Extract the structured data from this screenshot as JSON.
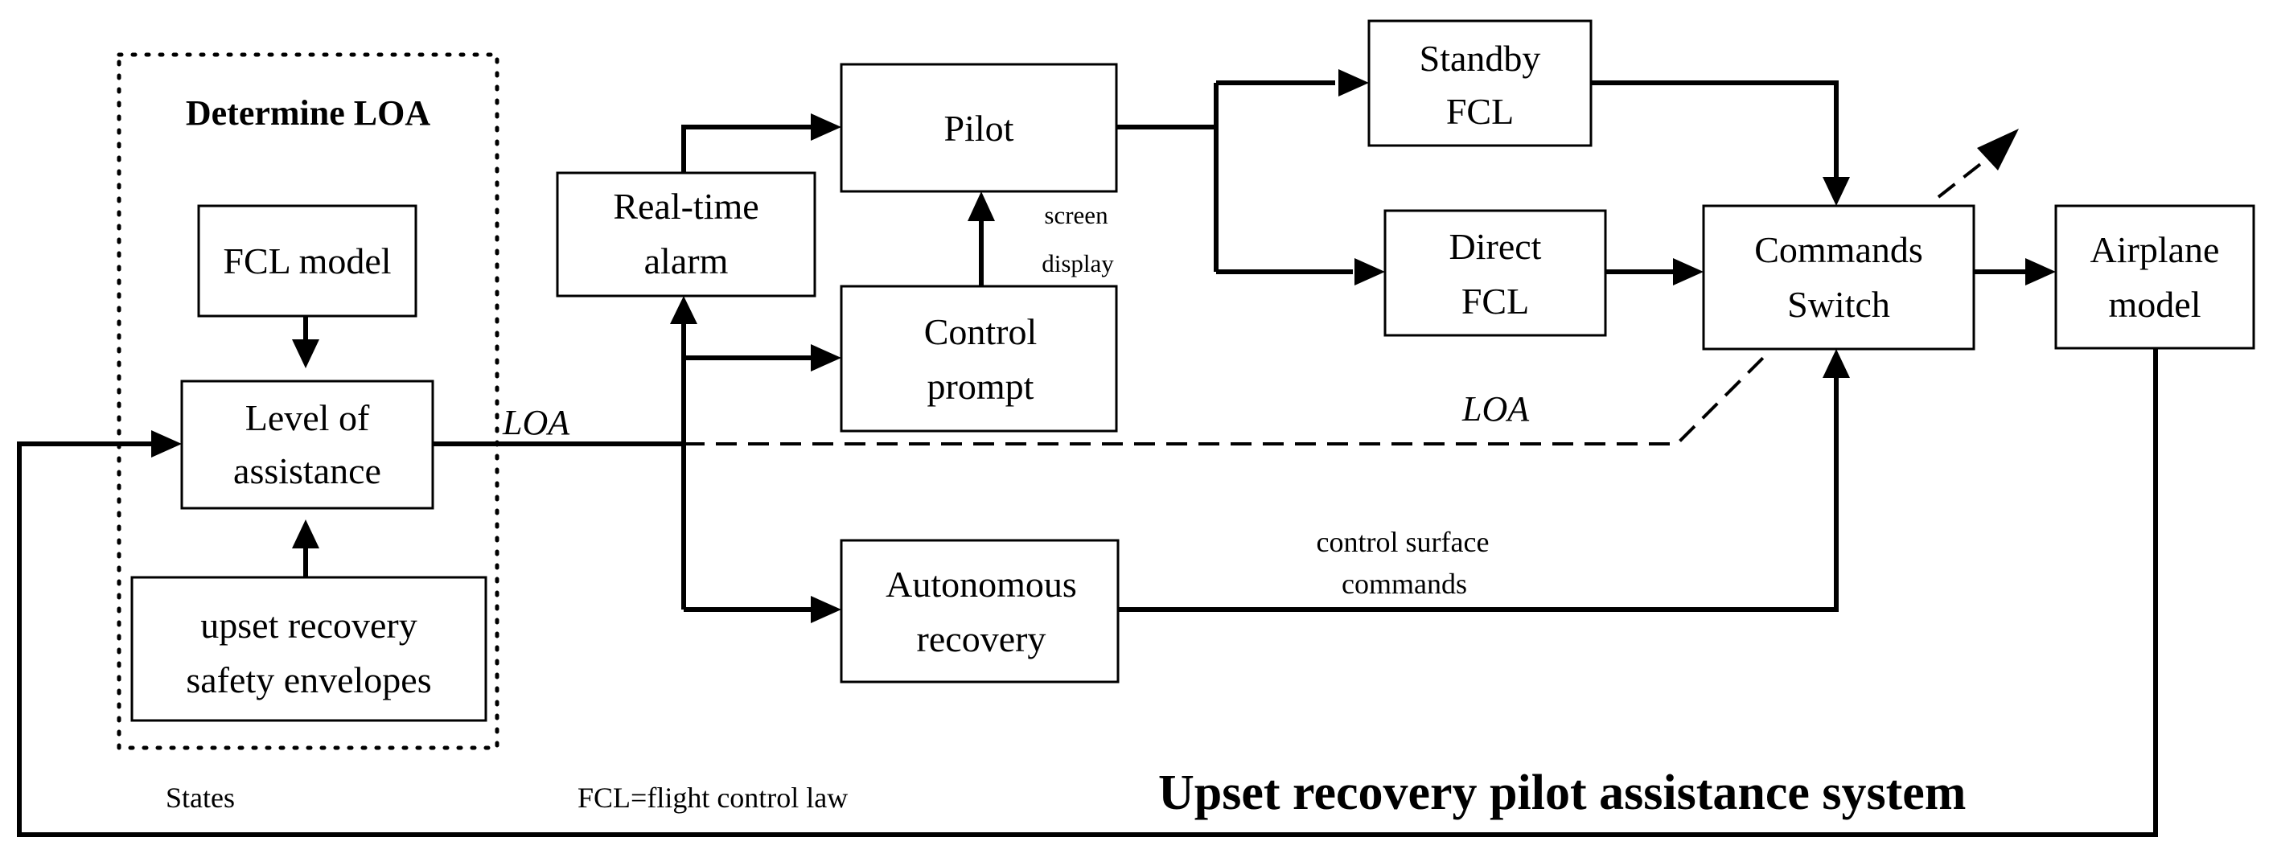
{
  "diagram": {
    "title": "Upset recovery pilot assistance system",
    "legend": "FCL=flight control law",
    "determine_group_label": "Determine LOA",
    "blocks": {
      "fcl_model": [
        "FCL model"
      ],
      "level_of_assistance": [
        "Level of",
        "assistance"
      ],
      "upset_envelopes": [
        "upset recovery",
        "safety envelopes"
      ],
      "realtime_alarm": [
        "Real-time",
        "alarm"
      ],
      "pilot": [
        "Pilot"
      ],
      "control_prompt": [
        "Control",
        "prompt"
      ],
      "autonomous_recovery": [
        "Autonomous",
        "recovery"
      ],
      "standby_fcl": [
        "Standby",
        "FCL"
      ],
      "direct_fcl": [
        "Direct",
        "FCL"
      ],
      "commands_switch": [
        "Commands",
        "Switch"
      ],
      "airplane_model": [
        "Airplane",
        "model"
      ]
    },
    "edge_labels": {
      "loa_output": "LOA",
      "loa_dashed": "LOA",
      "screen_display": [
        "screen",
        "display"
      ],
      "control_surface_commands": [
        "control surface",
        "commands"
      ],
      "states": "States"
    }
  }
}
